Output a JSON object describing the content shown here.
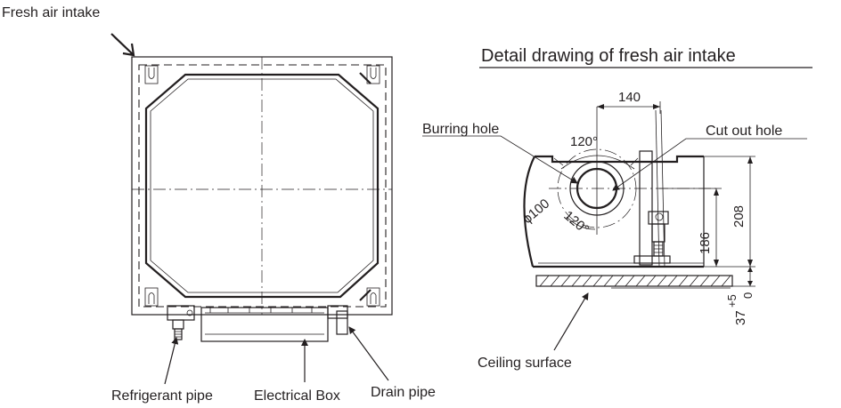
{
  "labels": {
    "fresh_air_intake": "Fresh air intake",
    "detail_title": "Detail drawing of fresh air intake",
    "burring_hole": "Burring hole",
    "cut_out_hole": "Cut out hole",
    "ceiling_surface": "Ceiling surface",
    "refrigerant_pipe": "Refrigerant pipe",
    "electrical_box": "Electrical Box",
    "drain_pipe": "Drain pipe"
  },
  "dimensions": {
    "width_140": "140",
    "angle_top": "120°",
    "angle_bottom": "120°",
    "diameter": "ϕ100",
    "height_208": "208",
    "height_186": "186",
    "ceiling_gap": "37",
    "tol_plus": "+5",
    "tol_zero": "0"
  }
}
